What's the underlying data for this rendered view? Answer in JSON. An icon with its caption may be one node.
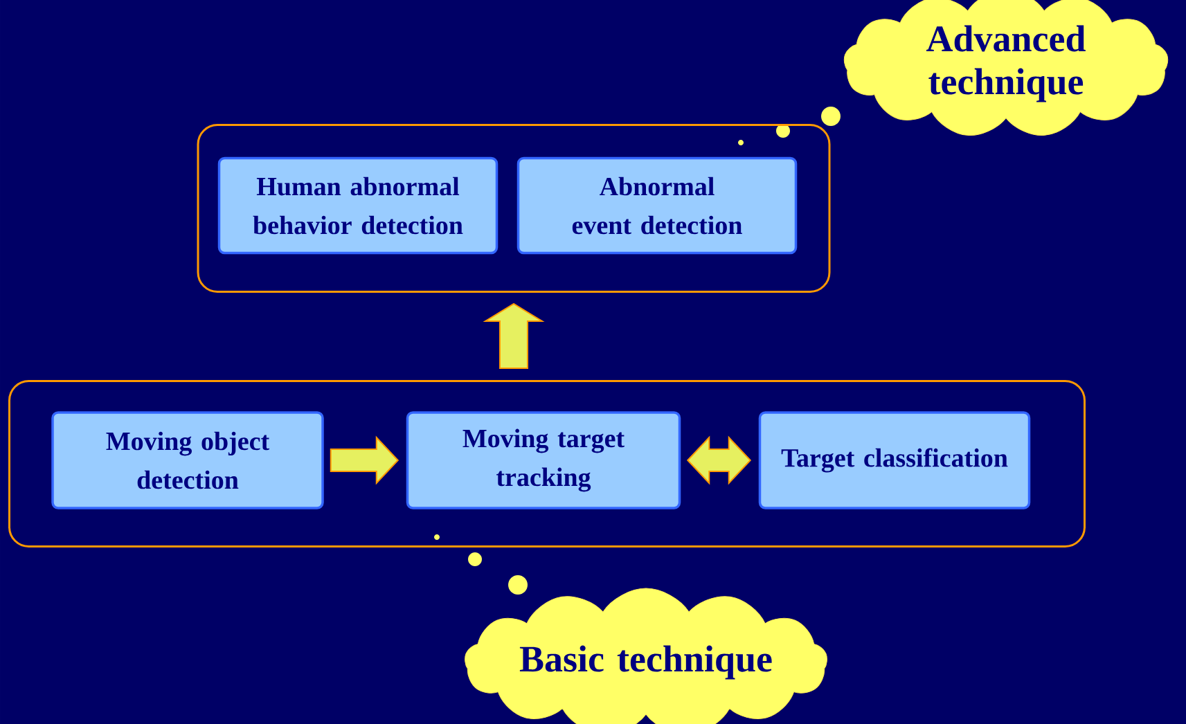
{
  "diagram": {
    "nodes": [
      {
        "text": [],
        "shape": "box"
      },
      {
        "text": [
          "Human abnormal behavior detection"
        ],
        "in": 0
      },
      {
        "text": [
          "Abnormal event detection"
        ],
        "in": 0
      },
      {
        "text": [],
        "shape": "box"
      },
      {
        "text": [
          "Moving object detection"
        ],
        "in": 3
      },
      {
        "text": [
          "Moving target tracking"
        ],
        "in": 3
      },
      {
        "text": [
          "Target classification"
        ],
        "in": 3
      },
      {
        "text": [
          "Advanced technique"
        ]
      },
      {
        "text": [
          "Basic technique"
        ]
      }
    ],
    "edges": [
      {
        "from": 4,
        "to": 5,
        "arrow": "to"
      },
      {
        "from": 5,
        "to": 6,
        "arrow": "both"
      },
      {
        "from": 3,
        "to": 0,
        "arrow": "to"
      }
    ]
  }
}
